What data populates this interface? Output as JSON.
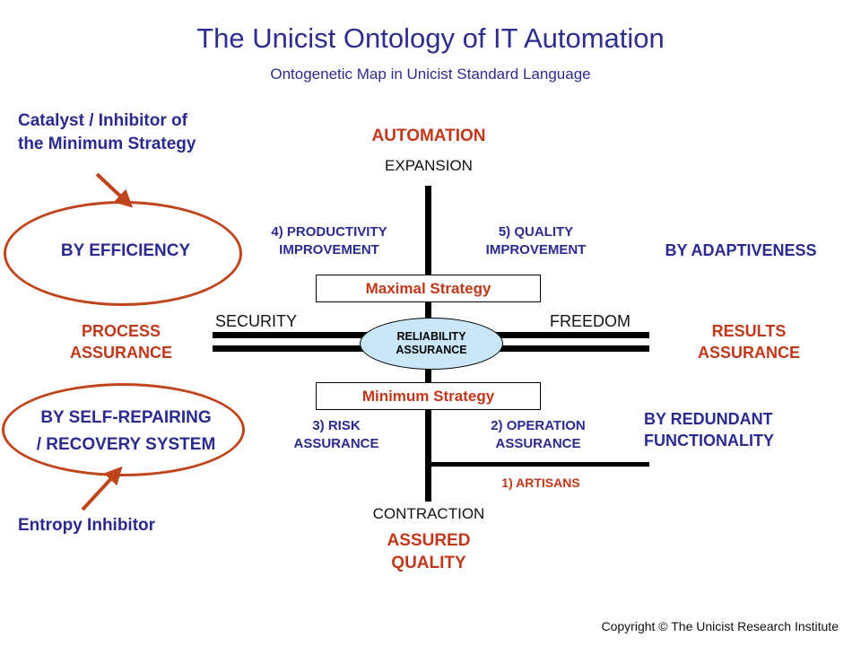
{
  "header": {
    "title": "The Unicist Ontology of IT Automation",
    "subtitle": "Ontogenetic Map in Unicist Standard Language"
  },
  "colors": {
    "title_blue": "#2d2d8c",
    "label_blue": "#2a2a8f",
    "accent_red": "#c0381a",
    "oval_stroke": "#c0451c",
    "center_oval_fill": "#c9e7f9",
    "axis_black": "#000000"
  },
  "annotations": {
    "catalyst": "Catalyst / Inhibitor of\nthe Minimum Strategy",
    "catalyst_line1": "Catalyst / Inhibitor of",
    "catalyst_line2": "the Minimum Strategy",
    "entropy": "Entropy Inhibitor"
  },
  "ovals": {
    "efficiency": "BY EFFICIENCY",
    "recovery_line1": "BY SELF-REPAIRING",
    "recovery_line2": "/ RECOVERY SYSTEM",
    "reliability_line1": "RELIABILITY",
    "reliability_line2": "ASSURANCE"
  },
  "axis": {
    "top_primary": "AUTOMATION",
    "top_secondary": "EXPANSION",
    "bottom_secondary": "CONTRACTION",
    "bottom_primary_line1": "ASSURED",
    "bottom_primary_line2": "QUALITY",
    "left": "SECURITY",
    "right": "FREEDOM"
  },
  "boxes": {
    "maximal": "Maximal Strategy",
    "minimum": "Minimum  Strategy"
  },
  "quadrants": [
    {
      "id": "4",
      "line1": "4) PRODUCTIVITY",
      "line2": "IMPROVEMENT"
    },
    {
      "id": "5",
      "line1": "5) QUALITY",
      "line2": "IMPROVEMENT"
    },
    {
      "id": "3",
      "line1": "3) RISK",
      "line2": "ASSURANCE"
    },
    {
      "id": "2",
      "line1": "2) OPERATION",
      "line2": "ASSURANCE"
    },
    {
      "id": "1",
      "line1": "1) ARTISANS",
      "line2": ""
    }
  ],
  "side_labels": {
    "process_line1": "PROCESS",
    "process_line2": "ASSURANCE",
    "results_line1": "RESULTS",
    "results_line2": "ASSURANCE",
    "adaptiveness": "BY ADAPTIVENESS",
    "redundant_line1": "BY REDUNDANT",
    "redundant_line2": "FUNCTIONALITY"
  },
  "footer": {
    "copyright": "Copyright © The Unicist Research Institute"
  }
}
